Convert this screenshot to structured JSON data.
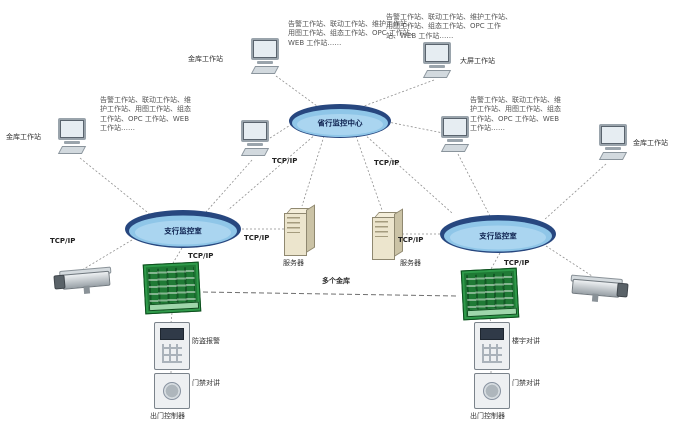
{
  "diagram": {
    "rings": {
      "center": "省行监控中心",
      "left": "支行监控室",
      "right": "支行监控室"
    },
    "note": "告警工作站、联动工作站、维护工作站、用图工作站、组态工作站、OPC 工作站、WEB 工作站……",
    "tcpip": "TCP/IP",
    "workstations": {
      "top_left": "金库工作站",
      "top_right": "大屏工作站",
      "mid_left": "金库工作站",
      "mid_right": "金库工作站"
    },
    "servers": {
      "left": "服务器",
      "right": "服务器"
    },
    "vaults_label": "多个金库",
    "devices": {
      "left_alarm": "防盗报警",
      "left_door": "门禁对讲",
      "left_exit": "出门控制器",
      "right_door": "楼宇对讲",
      "right_door2": "门禁对讲",
      "right_exit": "出门控制器"
    }
  }
}
